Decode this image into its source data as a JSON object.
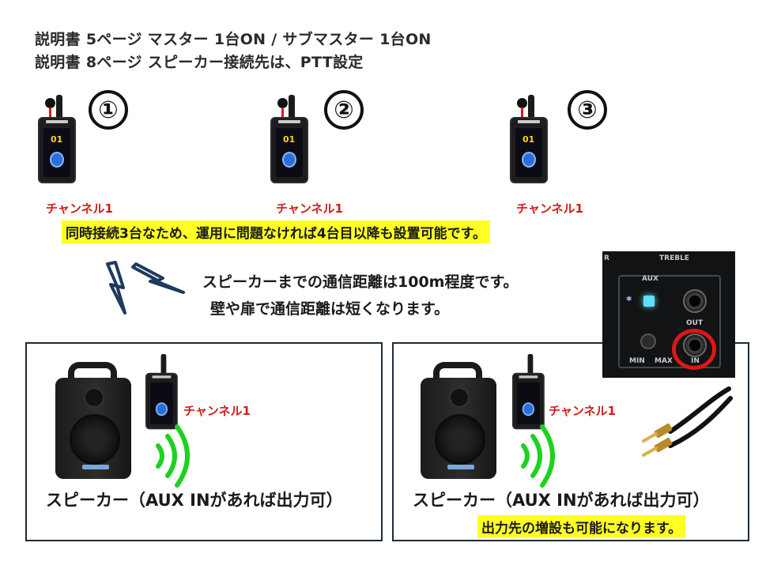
{
  "header": {
    "line1": "説明書 5ページ マスター 1台ON / サブマスター 1台ON",
    "line2": "説明書 8ページ スピーカー接続先は、PTT設定"
  },
  "radios": [
    {
      "marker": "①",
      "screen_number": "01",
      "channel": "チャンネル1"
    },
    {
      "marker": "②",
      "screen_number": "01",
      "channel": "チャンネル1"
    },
    {
      "marker": "③",
      "screen_number": "01",
      "channel": "チャンネル1"
    }
  ],
  "notice": "同時接続3台なため、運用に問題なければ4台目以降も設置可能です。",
  "range_note": {
    "line1": "スピーカーまでの通信距離は100m程度です。",
    "line2": "壁や扉で通信距離は短くなります。"
  },
  "aux_panel": {
    "labels": {
      "treble": "TREBLE",
      "r": "R",
      "aux": "AUX",
      "out": "OUT",
      "in": "IN",
      "min": "MIN",
      "max": "MAX"
    }
  },
  "panel_left": {
    "channel": "チャンネル1",
    "caption": "スピーカー（AUX INがあれば出力可）"
  },
  "panel_right": {
    "channel": "チャンネル1",
    "caption": "スピーカー（AUX INがあれば出力可）",
    "highlight": "出力先の増設も可能になります。"
  },
  "colors": {
    "channel_red": "#d21c1c",
    "highlight_yellow": "#ffff24",
    "wave_green": "#1fd11f",
    "bolt_navy": "#1e3a5f",
    "aux_ring_red": "#e01616"
  }
}
